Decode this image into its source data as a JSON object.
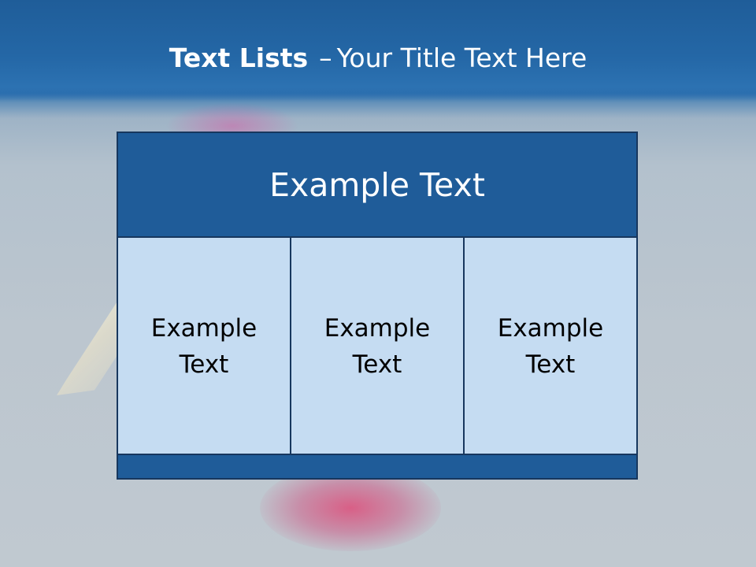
{
  "slide": {
    "title_bold": "Text Lists",
    "title_dash": "–",
    "title_rest": "Your Title Text Here"
  },
  "panel": {
    "header": "Example Text",
    "columns": [
      {
        "text": "Example Text"
      },
      {
        "text": "Example Text"
      },
      {
        "text": "Example Text"
      }
    ]
  },
  "colors": {
    "title_band": "#1f5d99",
    "panel_dark": "#1f5c99",
    "panel_light": "#c5dcf2",
    "border": "#17375e"
  }
}
